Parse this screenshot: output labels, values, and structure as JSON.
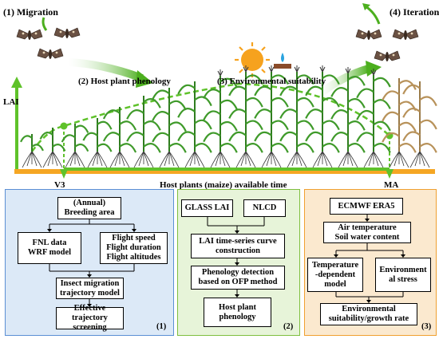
{
  "top": {
    "labels": {
      "migration": "(1) Migration",
      "host_phenology": "(2) Host plant phenology",
      "env_suitability": "(3) Environmental suitability",
      "iteration": "(4) Iteration",
      "lai_axis": "LAI",
      "v3": "V3",
      "ma": "MA",
      "available_time": "Host plants (maize) available time"
    }
  },
  "panels": [
    {
      "id": "1",
      "number": "(1)",
      "boxes": {
        "breeding": "(Annual)\nBreeding area",
        "fnl": "FNL data\nWRF model",
        "flight": "Flight speed\nFlight duration\nFlight altitudes",
        "trajectory_model": "Insect migration\ntrajectory model",
        "screening": "Effective trajectory\nscreening"
      }
    },
    {
      "id": "2",
      "number": "(2)",
      "boxes": {
        "glass": "GLASS LAI",
        "nlcd": "NLCD",
        "lai_curve": "LAI time-series curve\nconstruction",
        "phenology_detection": "Phenology detection\nbased on OFP method",
        "host_phenology": "Host plant\nphenology"
      }
    },
    {
      "id": "3",
      "number": "(3)",
      "boxes": {
        "ecmwf": "ECMWF ERA5",
        "air_soil": "Air temperature\nSoil water content",
        "temp_model": "Temperature\n-dependent\nmodel",
        "env_stress": "Environment\nal stress",
        "growth_rate": "Environmental\nsuitability/growth rate"
      }
    }
  ],
  "colors": {
    "panel1_border": "#5b8fd4",
    "panel1_fill": "#dce9f7",
    "panel2_border": "#7fbf3f",
    "panel2_fill": "#e7f4d9",
    "panel3_border": "#f0a030",
    "panel3_fill": "#fbe9cf",
    "arrow_green": "#5fc22a",
    "ground_orange": "#f5a623",
    "sun": "#f6a21e"
  },
  "icons": [
    "moth-icon",
    "sun-icon",
    "water-drop-icon",
    "maize-plant-icon",
    "growth-arrow-icon"
  ]
}
